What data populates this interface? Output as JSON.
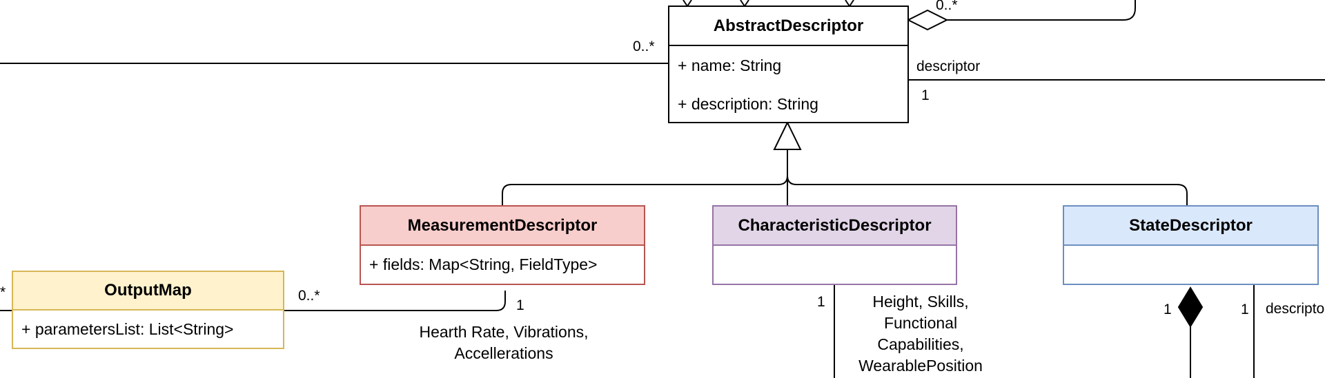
{
  "classes": {
    "abstract_descriptor": {
      "name": "AbstractDescriptor",
      "attributes": [
        "+ name: String",
        "+ description: String"
      ]
    },
    "measurement_descriptor": {
      "name": "MeasurementDescriptor",
      "attributes": [
        "+ fields: Map<String, FieldType>"
      ]
    },
    "characteristic_descriptor": {
      "name": "CharacteristicDescriptor",
      "attributes": []
    },
    "state_descriptor": {
      "name": "StateDescriptor",
      "attributes": []
    },
    "output_map": {
      "name": "OutputMap",
      "attributes": [
        "+ parametersList: List<String>"
      ]
    }
  },
  "labels": {
    "abstract_left_mult": "0..*",
    "abstract_top_mult": "0..*",
    "descriptor_role": "descriptor",
    "descriptor_mult": "1",
    "outputmap_left_mult": "*",
    "outputmap_right_mult": "0..*",
    "measurement_mult": "1",
    "characteristic_mult": "1",
    "state_comp_mult": "1",
    "state_right_mult": "1",
    "state_role": "descripto"
  },
  "notes": {
    "measurement": [
      "Hearth Rate, Vibrations,",
      "Accellerations"
    ],
    "characteristic": [
      "Height, Skills,",
      "Functional",
      "Capabilities,",
      "WearablePosition"
    ]
  },
  "colors": {
    "yellow_fill": "#fff2cc",
    "yellow_stroke": "#d6b656",
    "red_fill": "#f8cecc",
    "red_stroke": "#b85450",
    "purple_fill": "#e1d5e7",
    "purple_stroke": "#9673a6",
    "blue_fill": "#dae8fc",
    "blue_stroke": "#6c8ebf"
  }
}
